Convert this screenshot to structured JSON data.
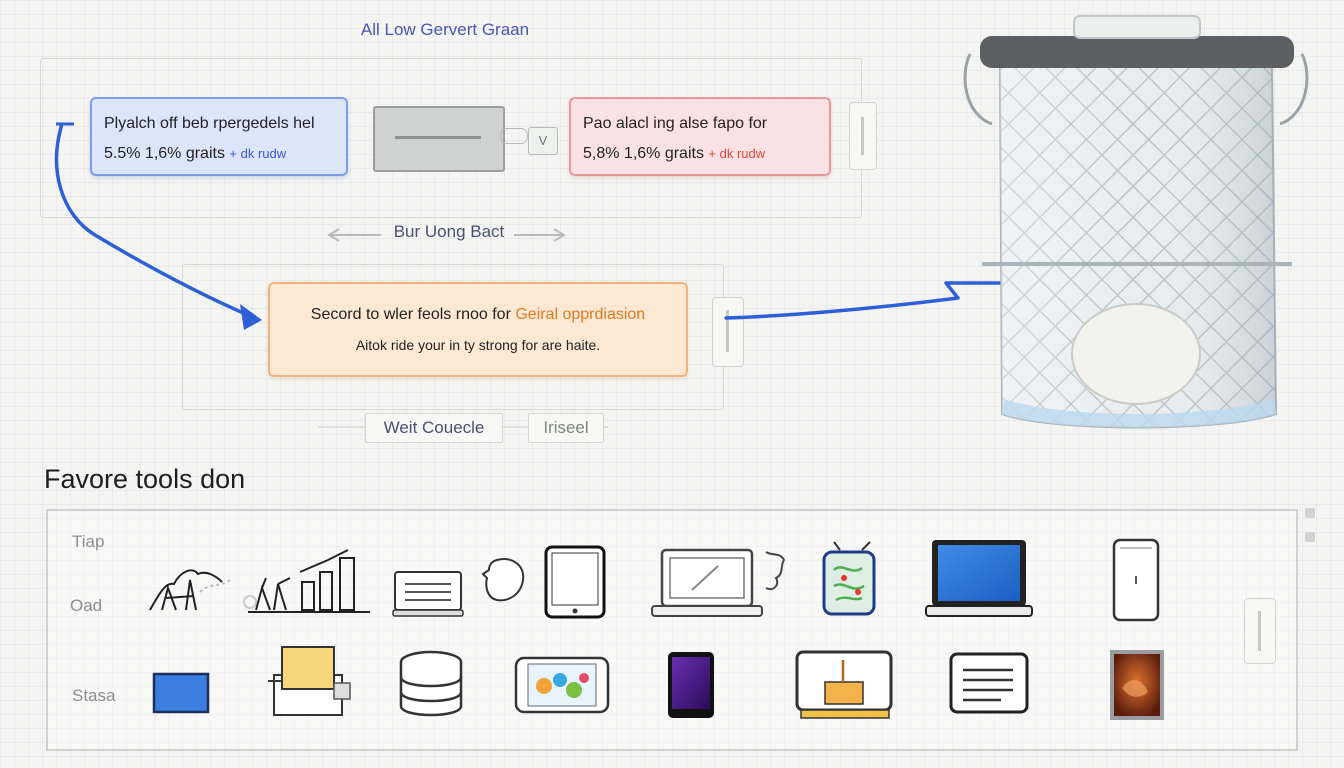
{
  "diagram": {
    "title": "All Low Gervert Graan",
    "card_blue": {
      "line1": "Plyalch off beb rpergedels hel",
      "line2": "5.5% 1,6% graits",
      "note": "+ dk rudw"
    },
    "card_red": {
      "line1": "Pao alacl ing alse fapo for",
      "line2": "5,8% 1,6% graits",
      "note": "+ dk rudw"
    },
    "connector_label": "V",
    "mid_label": "Bur Uong Bact",
    "card_orange": {
      "line1_a": "Secord to wler feols rnoo for ",
      "line1_b": "Geiral opprdiasion",
      "line2": "Aitok ride your in ty strong for are haite."
    },
    "bottom_btn_1": "Weit Couecle",
    "bottom_btn_2": "Iriseel",
    "colors": {
      "arrow": "#2f5fd6",
      "blue_card": "#7f9be6",
      "red_card": "#e59a9a",
      "orange_card": "#f2b27c"
    }
  },
  "tools": {
    "section_title": "Favore tools don",
    "row_labels": [
      "Tiap",
      "Oad",
      "Stasa"
    ],
    "row1": [
      {
        "name": "sketch-figures-icon"
      },
      {
        "name": "sketch-chart-icon"
      },
      {
        "name": "keyboard-tray-icon"
      },
      {
        "name": "speech-bubble-icon"
      },
      {
        "name": "tablet-icon"
      },
      {
        "name": "laptop-icon"
      },
      {
        "name": "puzzle-icon"
      },
      {
        "name": "map-tablet-icon"
      },
      {
        "name": "blue-laptop-icon"
      },
      {
        "name": "phone-icon"
      }
    ],
    "row2": [
      {
        "name": "blue-rectangle-icon"
      },
      {
        "name": "sticky-note-icon"
      },
      {
        "name": "database-icon"
      },
      {
        "name": "photo-gallery-icon"
      },
      {
        "name": "purple-tablet-icon"
      },
      {
        "name": "monitor-icon"
      },
      {
        "name": "document-icon"
      },
      {
        "name": "photo-tile-icon"
      }
    ]
  }
}
